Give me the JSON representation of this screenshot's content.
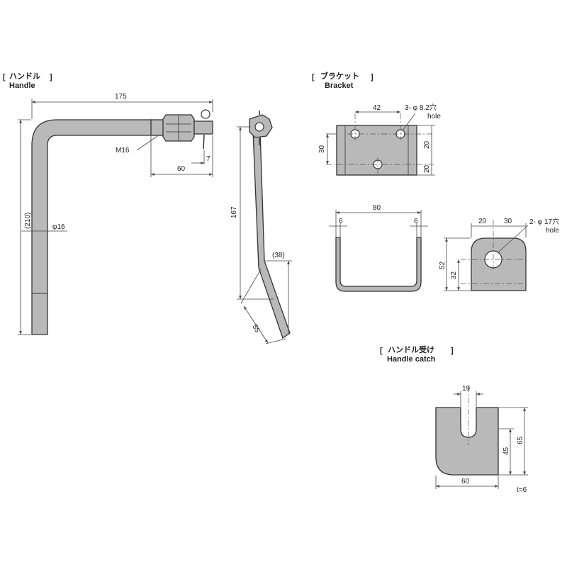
{
  "handle": {
    "title_jp": "ハンドル",
    "title_en": "Handle",
    "dim_175": "175",
    "dim_m16": "M16",
    "dim_7": "7",
    "dim_60": "60",
    "dim_210": "(210)",
    "dim_phi16": "φ16",
    "dim_167": "167",
    "dim_38": "(38)",
    "dim_55": "55"
  },
  "bracket": {
    "title_jp": "ブラケット",
    "title_en": "Bracket",
    "dim_42": "42",
    "hole_a": "3- φ 8.2穴",
    "hole_a_en": "hole",
    "dim_30": "30",
    "dim_20a": "20",
    "dim_20b": "20",
    "dim_80": "80",
    "dim_6a": "6",
    "dim_6b": "6",
    "dim_20c": "20",
    "dim_30b": "30",
    "hole_b": "2- φ 17穴",
    "hole_b_en": "hole",
    "dim_52": "52",
    "dim_32": "32"
  },
  "catch": {
    "title_jp": "ハンドル受け",
    "title_en": "Handle catch",
    "dim_19": "19",
    "dim_65": "65",
    "dim_45": "45",
    "dim_60": "60",
    "dim_t6": "t=6"
  },
  "colors": {
    "part_fill": "#b9b9b9",
    "line": "#333333"
  }
}
